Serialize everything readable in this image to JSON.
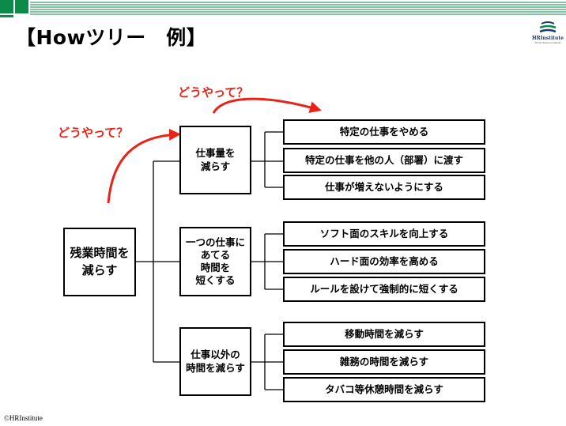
{
  "title": "【Howツリー　例】",
  "logo": {
    "name": "HRInstitute",
    "sub": "Human Resource Institute"
  },
  "annotations": {
    "question_left": "どうやって？",
    "question_top": "どうやって？"
  },
  "tree": {
    "root": "残業時間を\n減らす",
    "branches": [
      {
        "label": "仕事量を\n減らす",
        "leaves": [
          "特定の仕事をやめる",
          "特定の仕事を他の人（部署）に渡す",
          "仕事が増えないようにする"
        ]
      },
      {
        "label": "一つの仕事に\nあてる\n時間を\n短くする",
        "leaves": [
          "ソフト面のスキルを向上する",
          "ハード面の効率を高める",
          "ルールを設けて強制的に短くする"
        ]
      },
      {
        "label": "仕事以外の\n時間を減らす",
        "leaves": [
          "移動時間を減らす",
          "雑務の時間を減らす",
          "タバコ等休憩時間を減らす"
        ]
      }
    ]
  },
  "colors": {
    "accent": "#e8241a",
    "brand": "#0b8a4a",
    "logo": "#1b3a6e"
  },
  "footer": "©HRInstitute"
}
